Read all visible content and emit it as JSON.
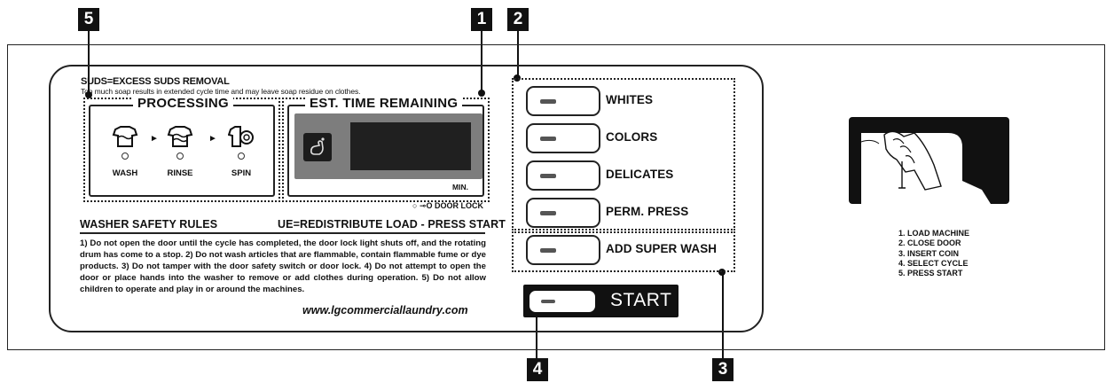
{
  "callouts": [
    "1",
    "2",
    "3",
    "4",
    "5"
  ],
  "suds": {
    "title": "SUDS=EXCESS SUDS REMOVAL",
    "description": "Too much soap results in extended cycle time and may leave soap residue on clothes."
  },
  "processing": {
    "title": "PROCESSING",
    "stages": [
      "WASH",
      "RINSE",
      "SPIN"
    ],
    "arrow": "►"
  },
  "time_remaining": {
    "title": "EST. TIME REMAINING",
    "unit": "MIN."
  },
  "door_lock": {
    "symbol": "○ ⊸O",
    "label": "DOOR LOCK"
  },
  "safety": {
    "header": "WASHER SAFETY RULES",
    "ue_note": "UE=REDISTRIBUTE LOAD - PRESS START",
    "text": "1) Do not open the door until the cycle has completed, the door lock light shuts off, and the rotating drum has come to a stop. 2) Do not wash articles that are flammable, contain flammable fume or dye products. 3) Do not tamper with the door safety switch or door lock. 4) Do not attempt to open the door or place hands into the washer to remove or add clothes during operation. 5) Do not allow children to operate and play in or around the machines.",
    "website": "www.lgcommerciallaundry.com"
  },
  "cycles": [
    "WHITES",
    "COLORS",
    "DELICATES",
    "PERM. PRESS"
  ],
  "super_wash": "ADD SUPER WASH",
  "start": "START",
  "instructions": [
    "1. LOAD MACHINE",
    "2. CLOSE DOOR",
    "3. INSERT COIN",
    "4. SELECT CYCLE",
    "5. PRESS START"
  ],
  "colors": {
    "display": "#202020",
    "display_frame": "#7d7d7d",
    "start_button": "#111111"
  }
}
